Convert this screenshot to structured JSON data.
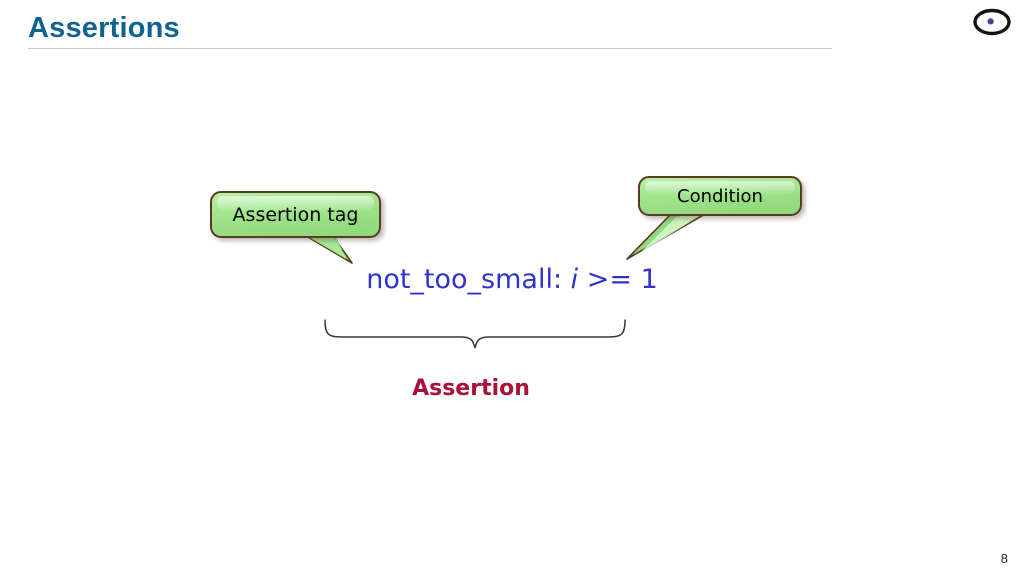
{
  "slide": {
    "title": "Assertions",
    "page_number": "8",
    "title_color": "#11638f",
    "rule_color": "#c3cfd3"
  },
  "logo": {
    "name": "ellipse-logo",
    "ring_color": "#1a1a1a",
    "dot_color": "#4a3f9e"
  },
  "callouts": [
    {
      "id": "assertion-tag",
      "label": "Assertion tag",
      "fill_color": "#a3e890",
      "border_color": "#5a3a22",
      "tail_direction": "down-right"
    },
    {
      "id": "condition",
      "label": "Condition",
      "fill_color": "#a3e890",
      "border_color": "#5a3a22",
      "tail_direction": "down-left"
    }
  ],
  "code": {
    "tag": "not_too_small:",
    "variable": "i",
    "operator": ">= 1",
    "full_text": "not_too_small: i >= 1",
    "color": "#3333cc"
  },
  "brace": {
    "label": "Assertion",
    "label_color": "#a8123a",
    "stroke_color": "#3a3a3a"
  }
}
